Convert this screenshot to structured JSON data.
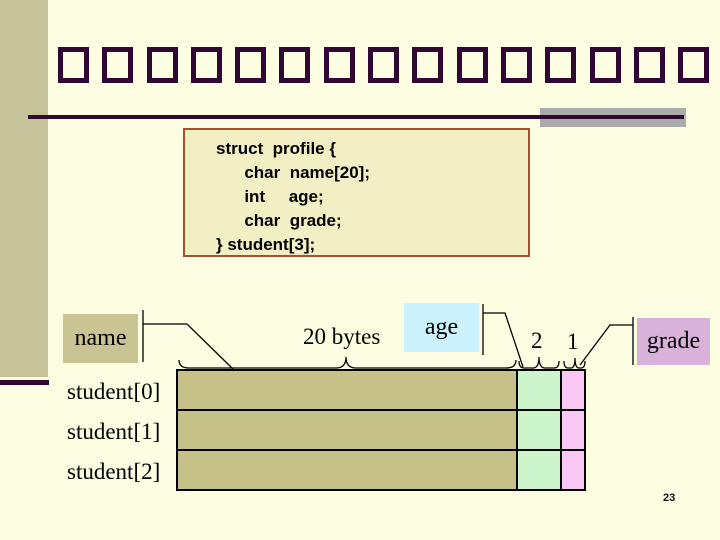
{
  "slide": {
    "page_number": "23"
  },
  "title": {
    "text": "□□□□□□□□□□□□□□□"
  },
  "code_box": {
    "lines": [
      "struct  profile {",
      "      char  name[20];",
      "      int     age;",
      "      char  grade;",
      "} student[3];"
    ]
  },
  "diagram": {
    "field_labels": [
      "name",
      "age",
      "grade"
    ],
    "size_annotations": {
      "name": "20 bytes",
      "age": "2",
      "grade": "1"
    },
    "row_labels": [
      "student[0]",
      "student[1]",
      "student[2]"
    ]
  },
  "theme": {
    "slide_bg": "#FDFDE2",
    "accent_dark": "#310833",
    "sidebar_bg": "#C6C39B",
    "gray_bar": "#ABABAB",
    "code_bg": "#F2EFC4",
    "code_border": "#A0522D",
    "label_name_bg": "#C9C491",
    "label_age_bg": "#CCF2FE",
    "label_grade_bg": "#D8B2D8",
    "col_name": "#C6C287",
    "col_age": "#CCF5CC",
    "col_grade": "#FBC8F5",
    "line_color": "#000000"
  }
}
